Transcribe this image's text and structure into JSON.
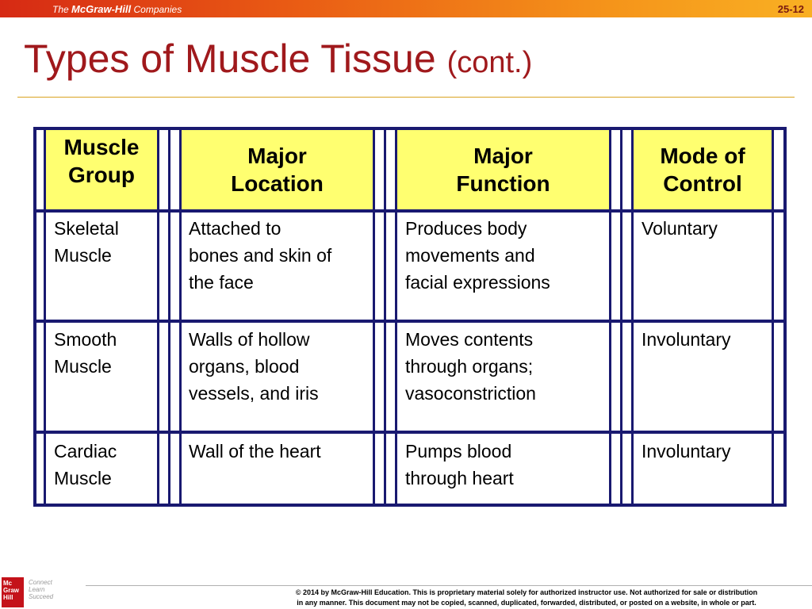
{
  "header": {
    "brand_prefix": "The",
    "brand_name": "McGraw-Hill",
    "brand_suffix": "Companies",
    "slide_number": "25-12"
  },
  "title": {
    "main": "Types of Muscle Tissue",
    "sub": "(cont.)"
  },
  "table": {
    "headers": [
      "Muscle\nGroup",
      "Major\nLocation",
      "Major\nFunction",
      "Mode of\nControl"
    ],
    "rows": [
      {
        "group": "Skeletal\nMuscle",
        "location": "Attached to\nbones and skin of\nthe face",
        "function": "Produces body\nmovements and\nfacial expressions",
        "control": "Voluntary"
      },
      {
        "group": "Smooth\nMuscle",
        "location": "Walls of hollow\norgans, blood\nvessels, and iris",
        "function": "Moves contents\nthrough organs;\nvasoconstriction",
        "control": "Involuntary"
      },
      {
        "group": "Cardiac\nMuscle",
        "location": "Wall of the heart",
        "function": "Pumps blood\nthrough heart",
        "control": "Involuntary"
      }
    ]
  },
  "footer": {
    "logo_text": "Mc\nGraw\nHill",
    "tagline": "Connect\nLearn\nSucceed",
    "copyright_line1": "© 2014 by McGraw-Hill Education.  This is proprietary material solely for authorized instructor use. Not authorized for sale or distribution",
    "copyright_line2": "in any manner.  This document may not be copied, scanned, duplicated, forwarded, distributed, or posted on a website, in whole or part."
  }
}
